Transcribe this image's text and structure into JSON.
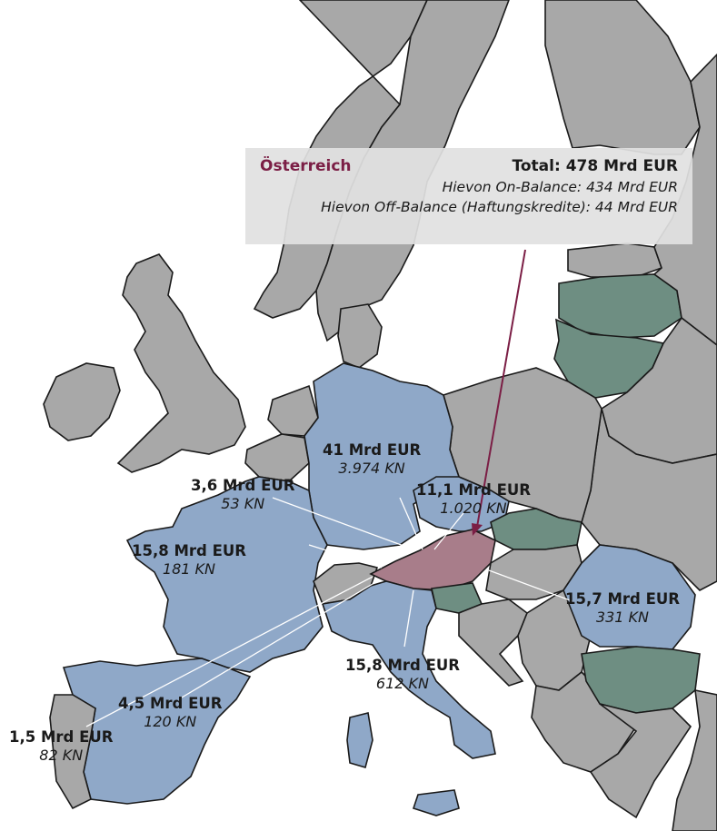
{
  "info_box": {
    "country": "Österreich",
    "total": "Total: 478 Mrd EUR",
    "line1": "Hievon On-Balance: 434 Mrd EUR",
    "line2": "Hievon Off-Balance (Haftungskredite): 44 Mrd EUR"
  },
  "labels": {
    "germany": {
      "amount": "41 Mrd EUR",
      "count": "3.974 KN"
    },
    "belgium": {
      "amount": "3,6 Mrd EUR",
      "count": "53 KN"
    },
    "czech": {
      "amount": "11,1 Mrd EUR",
      "count": "1.020 KN"
    },
    "france": {
      "amount": "15,8 Mrd EUR",
      "count": "181 KN"
    },
    "romania": {
      "amount": "15,7 Mrd EUR",
      "count": "331 KN"
    },
    "italy": {
      "amount": "15,8 Mrd EUR",
      "count": "612 KN"
    },
    "spain": {
      "amount": "4,5 Mrd EUR",
      "count": "120 KN"
    },
    "portugal": {
      "amount": "1,5 Mrd EUR",
      "count": "82 KN"
    }
  },
  "colors": {
    "grey": "#a8a8a8",
    "blue": "#8fa8c8",
    "green": "#6e8e82",
    "rose": "#a87d8a",
    "accent": "#7b1e45"
  }
}
